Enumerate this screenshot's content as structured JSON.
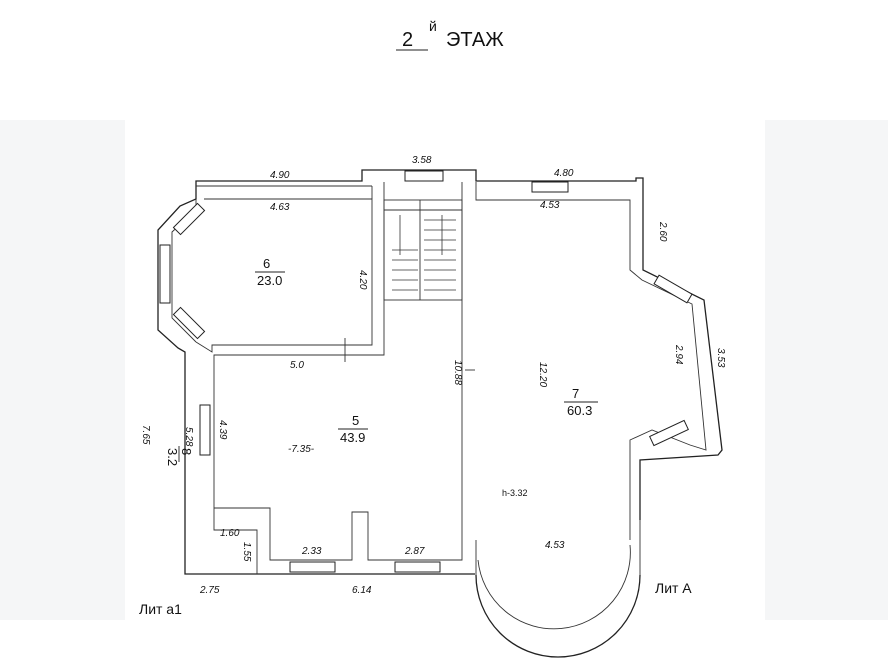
{
  "title": {
    "number": "2",
    "sup": "й",
    "word": "ЭТАЖ"
  },
  "labels": {
    "lit_a1": "Лит а1",
    "lit_a": "Лит А",
    "height": "h-3.32"
  },
  "rooms": [
    {
      "id": "6",
      "num": "6",
      "area": "23.0"
    },
    {
      "id": "5",
      "num": "5",
      "area": "43.9"
    },
    {
      "id": "7",
      "num": "7",
      "area": "60.3"
    },
    {
      "id": "8",
      "num": "8",
      "area": "3.2"
    }
  ],
  "dims": {
    "d490": "4.90",
    "d358": "3.58",
    "d480": "4.80",
    "d463": "4.63",
    "d453top": "4.53",
    "d260": "2.60",
    "d420": "4.20",
    "d50": "5.0",
    "d1088": "10.88",
    "d1220": "12.20",
    "d294": "2.94",
    "d353": "3.53",
    "d765": "7.65",
    "d528": "5.28",
    "d439": "4.39",
    "d735": "-7.35-",
    "d160": "1.60",
    "d155": "1.55",
    "d233": "2.33",
    "d287": "2.87",
    "d453bot": "4.53",
    "d275": "2.75",
    "d614": "6.14"
  }
}
